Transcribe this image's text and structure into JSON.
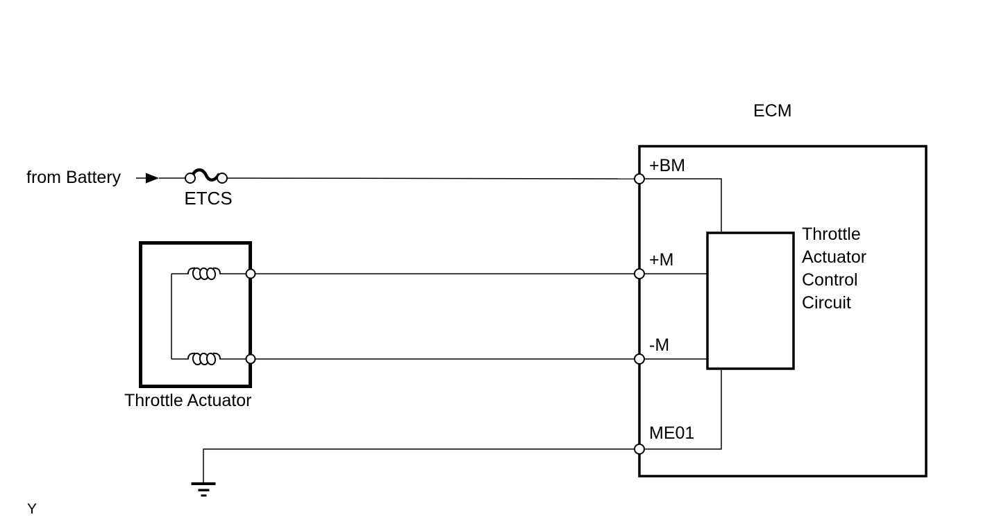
{
  "colors": {
    "ink": "#000000",
    "background": "#ffffff"
  },
  "labels": {
    "from_battery": "from Battery",
    "fuse": "ETCS",
    "actuator": "Throttle Actuator",
    "page_marker": "Y"
  },
  "ecm": {
    "title": "ECM",
    "terminals": [
      {
        "id": "BM",
        "label": "+BM"
      },
      {
        "id": "M_plus",
        "label": "+M"
      },
      {
        "id": "M_minus",
        "label": "-M"
      },
      {
        "id": "ME01",
        "label": "ME01"
      }
    ],
    "inner_circuit_lines": [
      "Throttle",
      "Actuator",
      "Control",
      "Circuit"
    ]
  }
}
